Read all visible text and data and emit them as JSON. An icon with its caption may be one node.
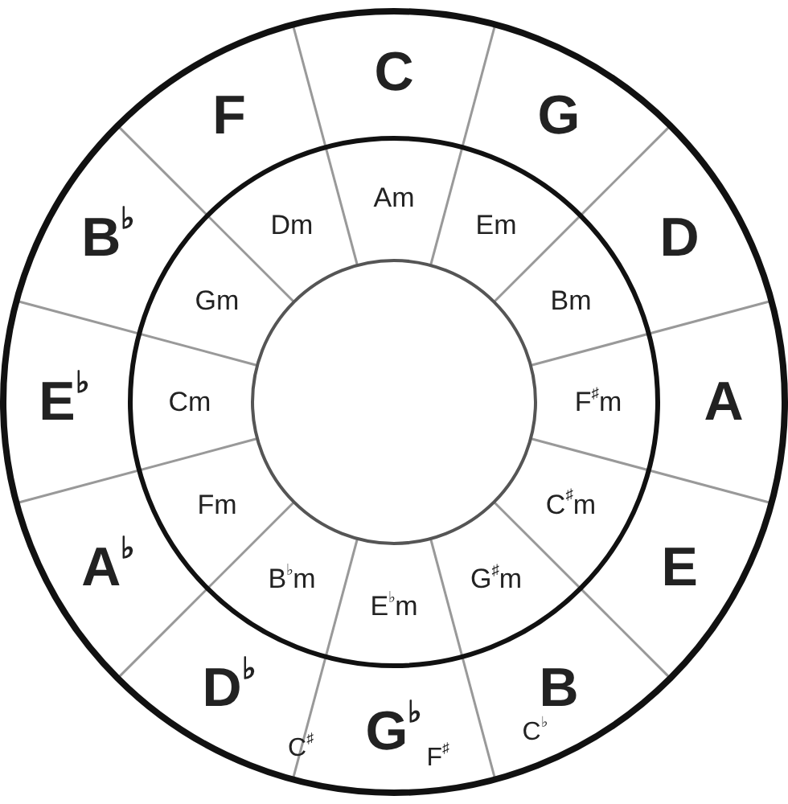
{
  "diagram": {
    "nodes": [
      {
        "text": [
          "C"
        ]
      },
      {
        "text": [
          "G"
        ]
      },
      {
        "text": [
          "D"
        ]
      },
      {
        "text": [
          "A"
        ]
      },
      {
        "text": [
          "E"
        ]
      },
      {
        "text": [
          "B",
          "C$^{♭}$"
        ]
      },
      {
        "text": [
          "G$^{♭}$",
          "F$^{♯}$"
        ]
      },
      {
        "text": [
          "D$^{♭}$",
          "C$^{♯}$"
        ]
      },
      {
        "text": [
          "A$^{♭}$"
        ]
      },
      {
        "text": [
          "E$^{♭}$"
        ]
      },
      {
        "text": [
          "B$^{♭}$"
        ]
      },
      {
        "text": [
          "F"
        ]
      },
      {
        "text": [
          "Am"
        ]
      },
      {
        "text": [
          "Em"
        ]
      },
      {
        "text": [
          "Bm"
        ]
      },
      {
        "text": [
          "F$^{♯}$m"
        ]
      },
      {
        "text": [
          "C$^{♯}$m"
        ]
      },
      {
        "text": [
          "G$^{♯}$m"
        ]
      },
      {
        "text": [
          "E$^{♭}$m"
        ]
      },
      {
        "text": [
          "B$^{♭}$m"
        ]
      },
      {
        "text": [
          "Fm"
        ]
      },
      {
        "text": [
          "Cm"
        ]
      },
      {
        "text": [
          "Gm"
        ]
      },
      {
        "text": [
          "Dm"
        ]
      }
    ]
  }
}
